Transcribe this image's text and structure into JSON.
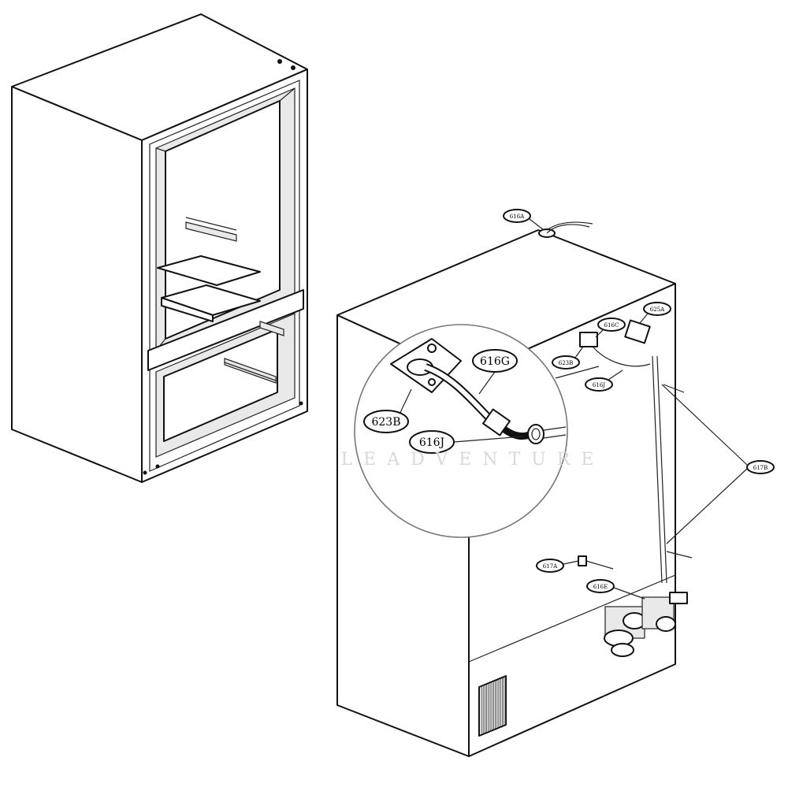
{
  "callouts_large": {
    "c623b": "623B",
    "c616g": "616G",
    "c616j": "616J"
  },
  "callouts_small": {
    "top": "616A",
    "upper_right": "625A",
    "clip_top": "616C",
    "clip_left": "623B",
    "clip_mid": "616J",
    "right_wire": "617B",
    "screw": "617A",
    "valve": "616E"
  },
  "watermark": "LEADVENTURE"
}
